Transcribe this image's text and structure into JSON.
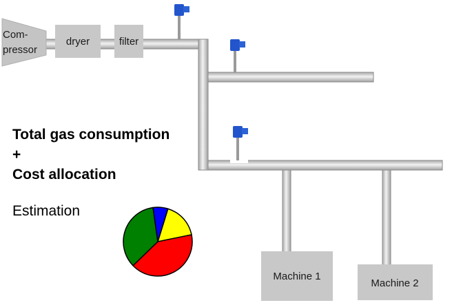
{
  "equipment": {
    "compressor_line1": "Com-",
    "compressor_line2": "pressor",
    "dryer": "dryer",
    "filter": "filter"
  },
  "headline": {
    "line1": "Total gas consumption",
    "line2": "+",
    "line3": "Cost allocation"
  },
  "estimation_label": "Estimation",
  "machines": [
    "Machine 1",
    "Machine 2"
  ],
  "pie": {
    "slices": [
      {
        "name": "yellow",
        "color": "#ffff00",
        "fraction": 0.17
      },
      {
        "name": "red",
        "color": "#ff0000",
        "fraction": 0.41
      },
      {
        "name": "green",
        "color": "#008000",
        "fraction": 0.35
      },
      {
        "name": "blue",
        "color": "#0000ff",
        "fraction": 0.07
      }
    ]
  },
  "colors": {
    "pipe": "#d0d0d0",
    "pipe_edge": "#7a7a7a",
    "box": "#c8c8c8",
    "sensor": "#2255cc"
  }
}
